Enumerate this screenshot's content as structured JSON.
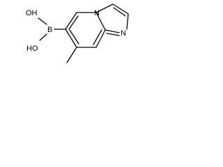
{
  "molecule": {
    "atom_labels": {
      "oh_top": "OH",
      "oh_bottom": "HO",
      "boron": "B",
      "bridge_n": "N",
      "imine_n": "N"
    }
  }
}
